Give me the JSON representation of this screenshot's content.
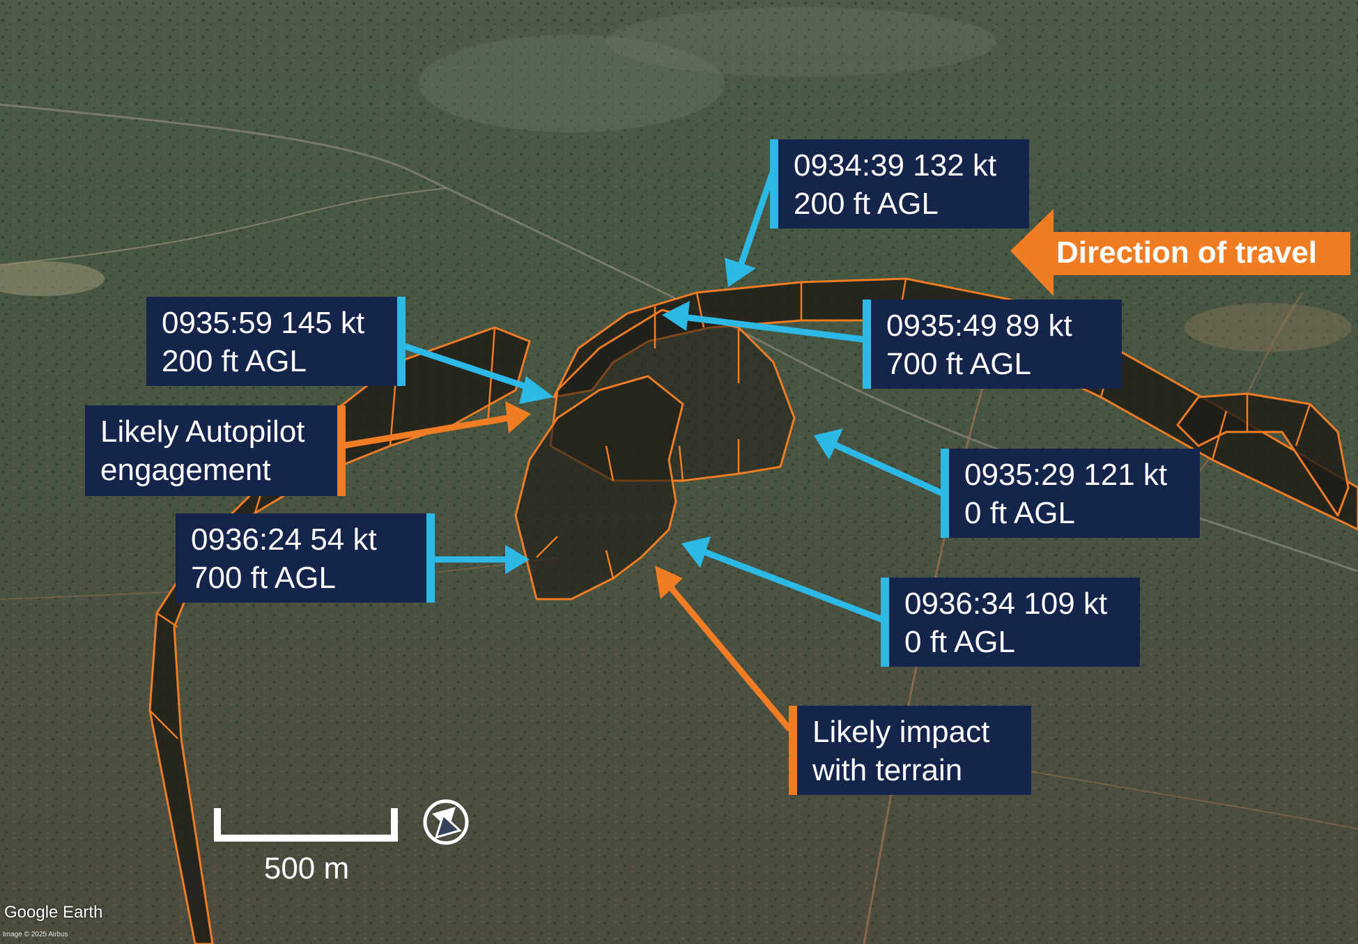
{
  "map": {
    "attribution": "Google Earth",
    "imagery_credit": "Image © 2025 Airbus",
    "scale_label": "500 m",
    "compass_icon": "north-arrow-compass-icon",
    "colors": {
      "track": "#f07d24",
      "label_bg": "#14244b",
      "label_bar_blue": "#2cb9e6",
      "label_bar_orange": "#f07d24",
      "arrow_blue": "#2cb9e6",
      "arrow_orange": "#f07d24"
    }
  },
  "direction_of_travel": "Direction of travel",
  "annotations": {
    "a0934_39": {
      "line1": "0934:39 132 kt",
      "line2": "200 ft AGL"
    },
    "a0935_59": {
      "line1": "0935:59 145 kt",
      "line2": "200 ft AGL"
    },
    "a0935_49": {
      "line1": "0935:49 89 kt",
      "line2": "700 ft AGL"
    },
    "autopilot": {
      "line1": "Likely Autopilot",
      "line2": "engagement"
    },
    "a0935_29": {
      "line1": "0935:29 121 kt",
      "line2": "0 ft AGL"
    },
    "a0936_24": {
      "line1": "0936:24 54 kt",
      "line2": "700 ft AGL"
    },
    "a0936_34": {
      "line1": "0936:34 109 kt",
      "line2": "0 ft AGL"
    },
    "impact": {
      "line1": "Likely impact",
      "line2": "with terrain"
    }
  }
}
